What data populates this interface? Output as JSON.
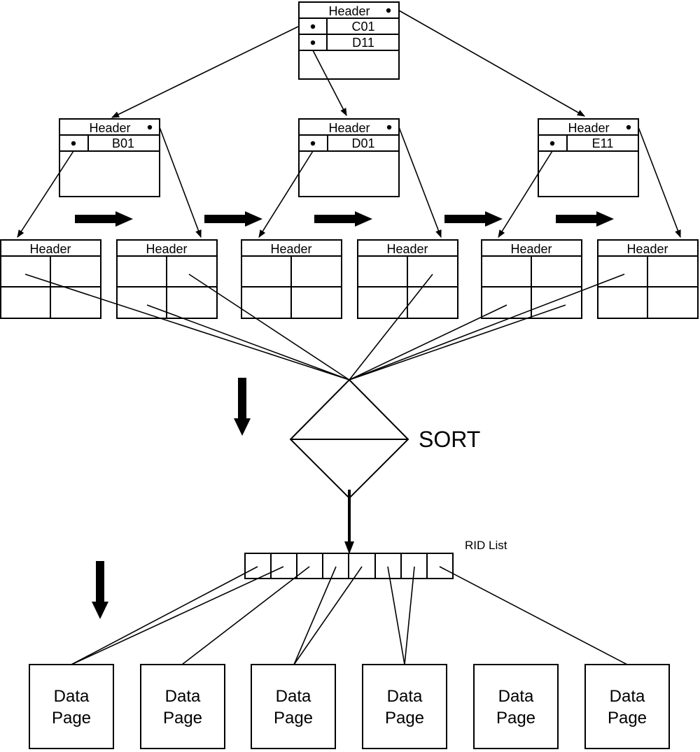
{
  "root": {
    "header": "Header",
    "keys": [
      "C01",
      "D11"
    ]
  },
  "nonleaf": [
    {
      "header": "Header",
      "key": "B01"
    },
    {
      "header": "Header",
      "key": "D01"
    },
    {
      "header": "Header",
      "key": "E11"
    }
  ],
  "leaf_header": "Header",
  "sort_label": "SORT",
  "rid_list_label": "RID List",
  "data_pages": [
    {
      "line1": "Data",
      "line2": "Page"
    },
    {
      "line1": "Data",
      "line2": "Page"
    },
    {
      "line1": "Data",
      "line2": "Page"
    },
    {
      "line1": "Data",
      "line2": "Page"
    },
    {
      "line1": "Data",
      "line2": "Page"
    },
    {
      "line1": "Data",
      "line2": "Page"
    }
  ]
}
